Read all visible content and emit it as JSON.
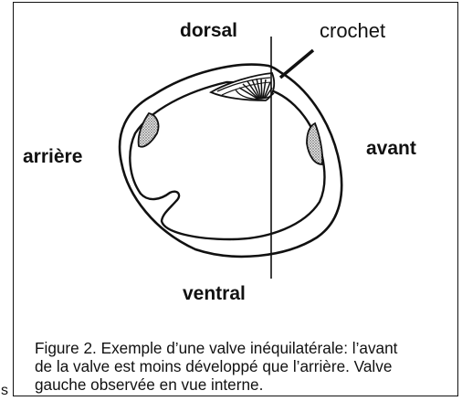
{
  "labels": {
    "dorsal": "dorsal",
    "ventral": "ventral",
    "posterior": "arrière",
    "anterior": "avant",
    "hook": "crochet"
  },
  "caption": {
    "line1": "Figure 2. Exemple d’une valve inéquilatérale: l’avant",
    "line2": "de la valve est moins développé que l’arrière. Valve",
    "line3": "gauche observée en vue interne."
  },
  "edge_fragment": "s",
  "colors": {
    "ink": "#111111",
    "muscle_scar_fill": "#bdbdbd",
    "background": "#ffffff"
  }
}
